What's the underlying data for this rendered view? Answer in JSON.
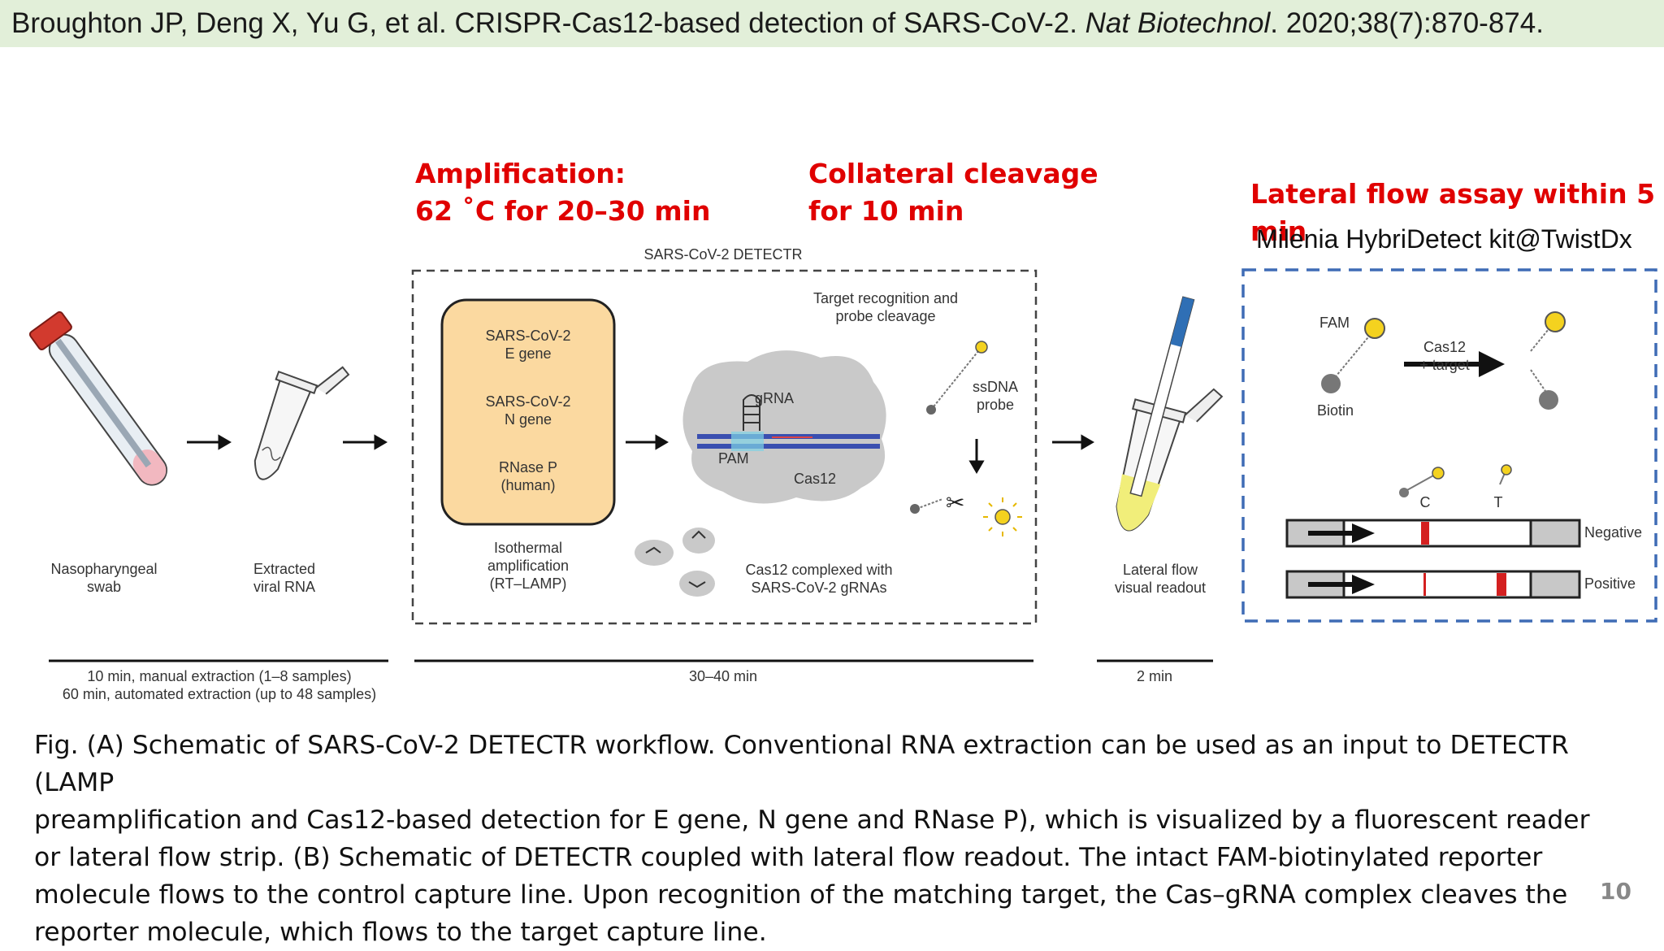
{
  "citation": {
    "prefix": "Broughton JP, Deng X, Yu G, et al. CRISPR-Cas12-based detection of SARS-CoV-2. ",
    "journal": "Nat Biotechnol",
    "suffix": ". 2020;38(7):870-874."
  },
  "headings": {
    "amplification_line1": "Amplification:",
    "amplification_line2": "62 ˚C for 20–30 min",
    "cleavage_line1": "Collateral cleavage",
    "cleavage_line2": "for 10 min",
    "lateral": "Lateral flow assay within 5 min",
    "kit": "Milenia HybriDetect kit@TwistDx"
  },
  "diagram": {
    "detectr_title": "SARS-CoV-2 DETECTR",
    "swab_label": [
      "Nasopharyngeal",
      "swab"
    ],
    "rna_label": [
      "Extracted",
      "viral RNA"
    ],
    "targets": [
      [
        "SARS-CoV-2",
        "E gene"
      ],
      [
        "SARS-CoV-2",
        "N gene"
      ],
      [
        "RNase P",
        "(human)"
      ]
    ],
    "iso_label": [
      "Isothermal",
      "amplification",
      "(RT–LAMP)"
    ],
    "target_recog": [
      "Target recognition and",
      "probe cleavage"
    ],
    "grna": "gRNA",
    "pam": "PAM",
    "cas12": "Cas12",
    "ssdna": [
      "ssDNA",
      "probe"
    ],
    "complex_label": [
      "Cas12 complexed with",
      "SARS-CoV-2 gRNAs"
    ],
    "lateral_label": [
      "Lateral flow",
      "visual readout"
    ],
    "time1": [
      "10 min, manual extraction (1–8 samples)",
      "60 min, automated extraction (up to 48 samples)"
    ],
    "time2": "30–40 min",
    "time3": "2 min",
    "fam": "FAM",
    "biotin": "Biotin",
    "cas12_target": [
      "Cas12",
      "+ target"
    ],
    "c_label": "C",
    "t_label": "T",
    "negative": "Negative",
    "positive": "Positive"
  },
  "caption": [
    "Fig. (A) Schematic of SARS-CoV-2 DETECTR workflow. Conventional RNA extraction can be used as an input to DETECTR (LAMP",
    "preamplification and Cas12-based detection for E gene, N gene and RNase P), which is visualized by a fluorescent reader",
    "or lateral flow strip. (B) Schematic of DETECTR coupled with lateral flow readout. The intact FAM-biotinylated reporter",
    "molecule flows to the control capture line. Upon recognition of the matching target, the Cas–gRNA complex cleaves the",
    "reporter molecule, which flows to the target capture line."
  ],
  "page_number": "10",
  "colors": {
    "heading_red": "#e00000",
    "citation_bg": "#e2efd9",
    "dash_blue": "#3f6cb5",
    "target_box": "#fbd9a0"
  }
}
